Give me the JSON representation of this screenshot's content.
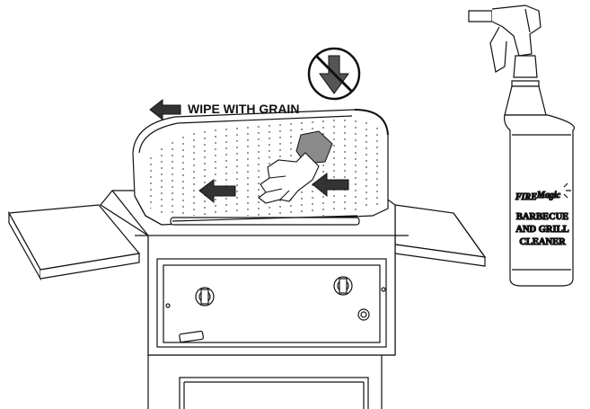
{
  "instruction": {
    "text": "WIPE WITH GRAIN",
    "arrow_icon": "left-arrow-icon",
    "prohibited_icon": "no-down-arrow-icon"
  },
  "cleaner_bottle": {
    "brand_part1": "FIRE",
    "brand_part2": "Magic",
    "label_lines": [
      "BARBECUE",
      "AND GRILL",
      "CLEANER"
    ]
  },
  "colors": {
    "line": "#111111",
    "arrow_fill": "#333333",
    "cloth": "#8a8a8a"
  }
}
